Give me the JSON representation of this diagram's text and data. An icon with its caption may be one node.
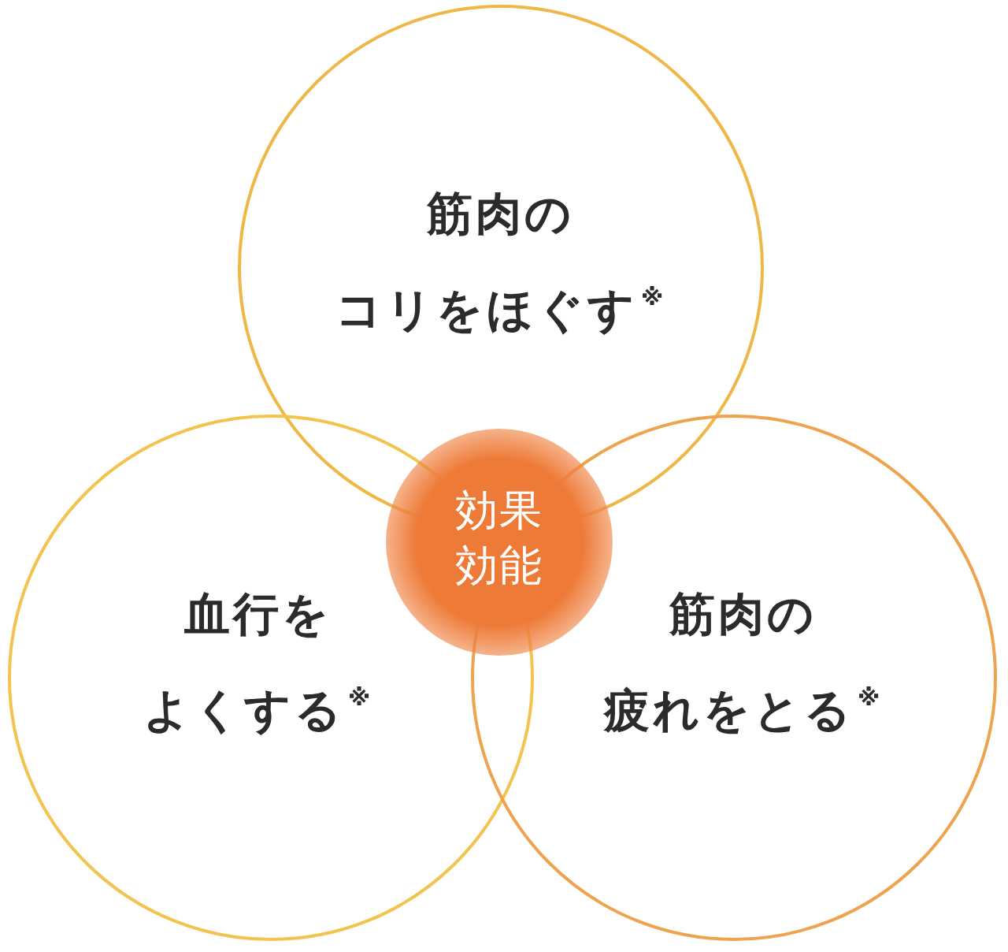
{
  "diagram": {
    "nodes": [
      {
        "text": [
          "筋肉のコリをほぐす$^{※}$"
        ]
      },
      {
        "text": [
          "血行をよくする$^{※}$"
        ]
      },
      {
        "text": [
          "筋肉の疲れをとる$^{※}$"
        ]
      },
      {
        "text": [
          "効果効能"
        ]
      }
    ]
  }
}
